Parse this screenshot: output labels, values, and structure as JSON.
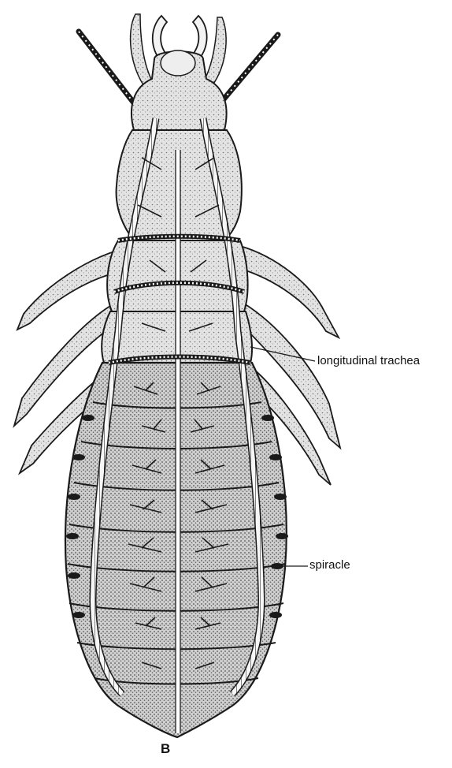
{
  "labels": {
    "longitudinal_trachea": "longitudinal trachea",
    "spiracle": "spiracle",
    "panel": "B"
  },
  "colors": {
    "ink": "#1a1a1a",
    "body_fill": "#d9d9d9",
    "tube_fill": "#f2f2f2",
    "background": "#ffffff"
  },
  "icons": {
    "specimen": "insect-larva-tracheal-system-illustration"
  }
}
